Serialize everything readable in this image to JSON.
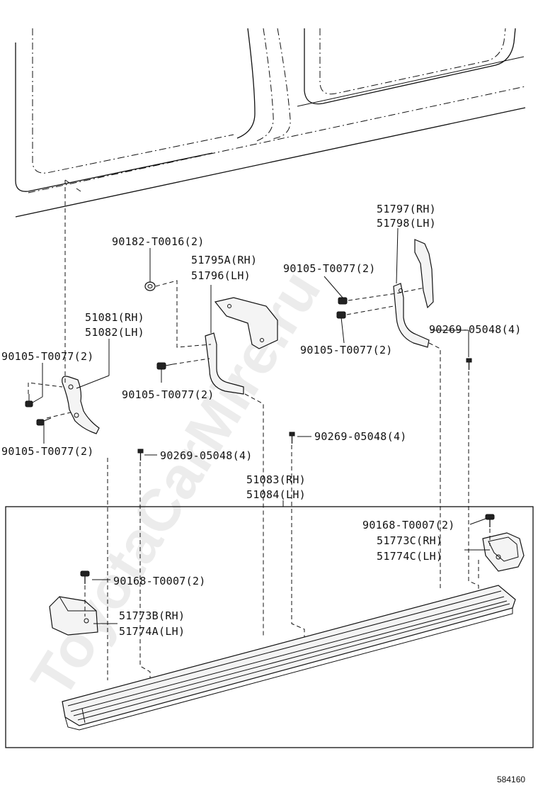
{
  "watermark": "ToyotaCarMire.ru",
  "diagram_number": "584160",
  "labels": {
    "p51797": "51797(RH)",
    "p51798": "51798(LH)",
    "p90182": "90182-T0016(2)",
    "p51795a": "51795A(RH)",
    "p51796": "51796(LH)",
    "p90105_top": "90105-T0077(2)",
    "p51081": "51081(RH)",
    "p51082": "51082(LH)",
    "p90105_mid_right": "90105-T0077(2)",
    "p90269_right": "90269-05048(4)",
    "p90105_left_top": "90105-T0077(2)",
    "p90105_center": "90105-T0077(2)",
    "p90269_center": "90269-05048(4)",
    "p90105_left_bottom": "90105-T0077(2)",
    "p90269_left": "90269-05048(4)",
    "p51083": "51083(RH)",
    "p51084": "51084(LH)",
    "p90168_right": "90168-T0007(2)",
    "p51773c": "51773C(RH)",
    "p51774c": "51774C(LH)",
    "p90168_left": "90168-T0007(2)",
    "p51773b": "51773B(RH)",
    "p51774a": "51774A(LH)"
  }
}
